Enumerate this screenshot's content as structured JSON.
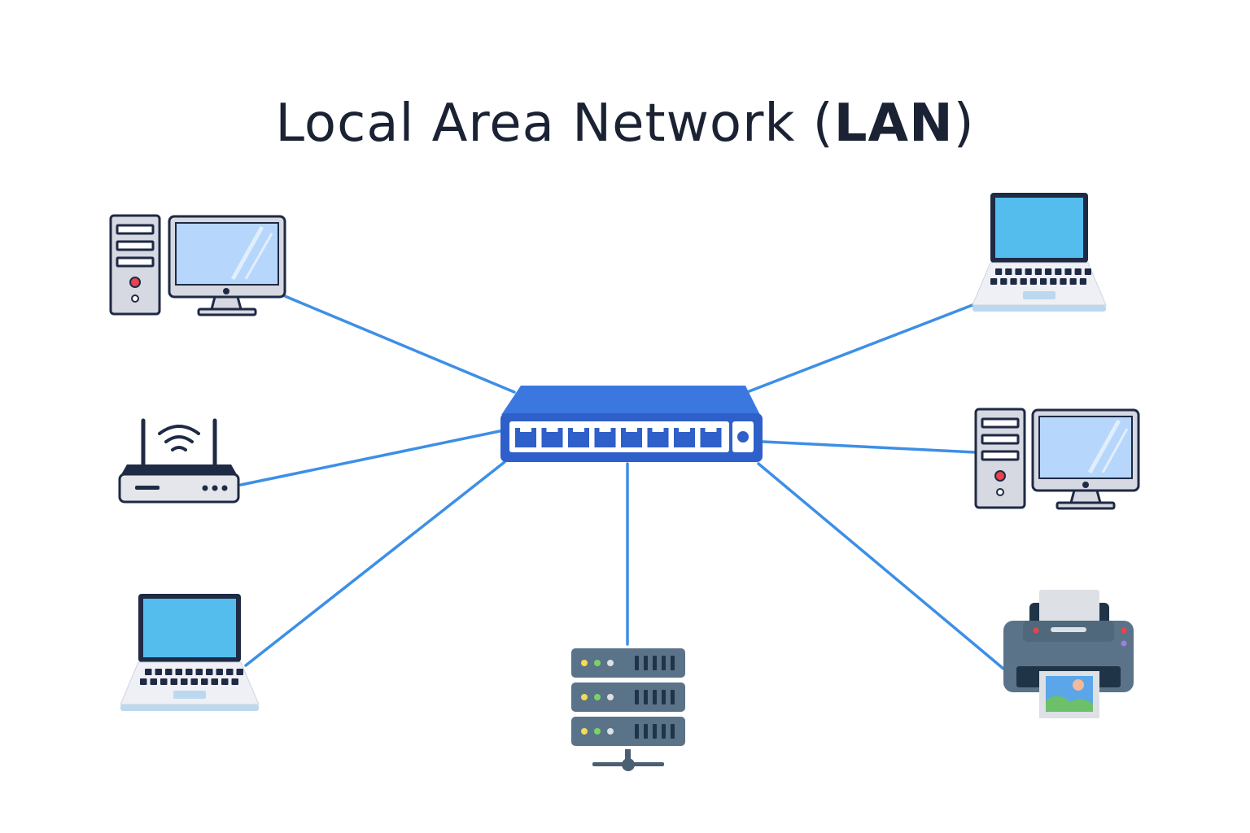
{
  "title": {
    "main": "Local Area Network (",
    "bold": "LAN",
    "close": ")"
  },
  "colors": {
    "link": "#3d8fe6",
    "switch_body": "#2f5fc8",
    "switch_top": "#3a78e0",
    "outline": "#1f2a44",
    "screen_light": "#b6d6fb",
    "screen_laptop": "#55bdee",
    "case": "#d6d8e2",
    "server": "#5a7388",
    "printer": "#5a7388"
  },
  "nodes": [
    {
      "id": "switch",
      "icon": "network-switch-icon"
    },
    {
      "id": "desktop-top-left",
      "icon": "desktop-computer-icon"
    },
    {
      "id": "router-left",
      "icon": "wireless-router-icon"
    },
    {
      "id": "laptop-bottom-left",
      "icon": "laptop-icon"
    },
    {
      "id": "server-bottom",
      "icon": "server-rack-icon"
    },
    {
      "id": "printer-bottom-right",
      "icon": "printer-icon"
    },
    {
      "id": "desktop-right",
      "icon": "desktop-computer-icon"
    },
    {
      "id": "laptop-top-right",
      "icon": "laptop-icon"
    }
  ],
  "links": [
    {
      "from": "switch",
      "to": "desktop-top-left"
    },
    {
      "from": "switch",
      "to": "router-left"
    },
    {
      "from": "switch",
      "to": "laptop-bottom-left"
    },
    {
      "from": "switch",
      "to": "server-bottom"
    },
    {
      "from": "switch",
      "to": "printer-bottom-right"
    },
    {
      "from": "switch",
      "to": "desktop-right"
    },
    {
      "from": "switch",
      "to": "laptop-top-right"
    }
  ]
}
